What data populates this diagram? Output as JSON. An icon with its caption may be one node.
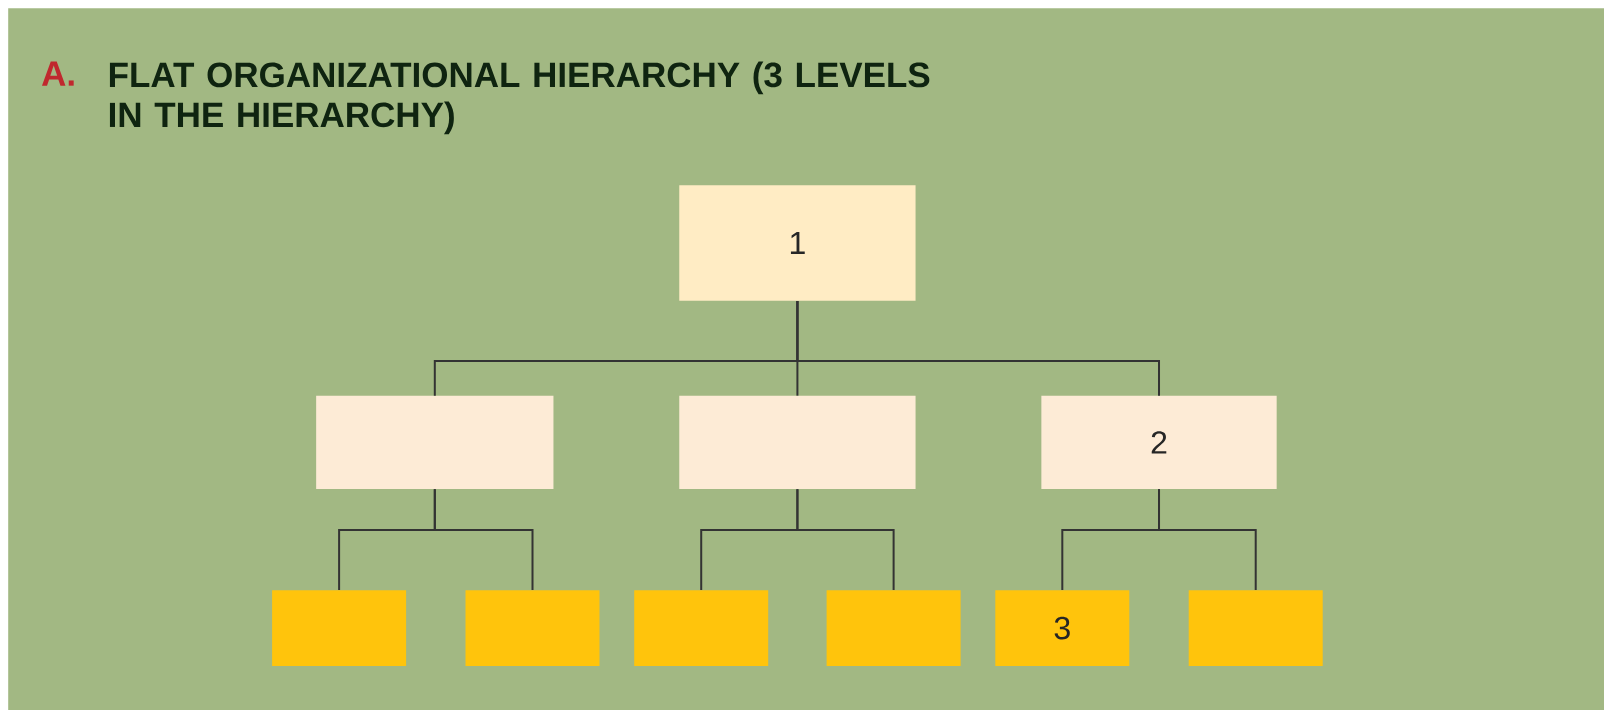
{
  "diagram": {
    "title": "FLAT ORGANIZATIONAL HIERARCHY (3 LEVELS IN THE HIERARCHY)",
    "nodes": [
      {
        "text": [
          "1"
        ]
      },
      {
        "text": [],
        "shape": "box"
      },
      {
        "text": [],
        "shape": "box"
      },
      {
        "text": [
          "2"
        ]
      },
      {
        "text": [],
        "shape": "box"
      },
      {
        "text": [],
        "shape": "box"
      },
      {
        "text": [],
        "shape": "box"
      },
      {
        "text": [],
        "shape": "box"
      },
      {
        "text": [
          "3"
        ]
      },
      {
        "text": [],
        "shape": "box"
      }
    ],
    "edges": [
      {
        "from": 0,
        "to": 1,
        "arrow": "none"
      },
      {
        "from": 0,
        "to": 2,
        "arrow": "none"
      },
      {
        "from": 0,
        "to": 3,
        "arrow": "none"
      },
      {
        "from": 1,
        "to": 4,
        "arrow": "none"
      },
      {
        "from": 1,
        "to": 5,
        "arrow": "none"
      },
      {
        "from": 2,
        "to": 6,
        "arrow": "none"
      },
      {
        "from": 2,
        "to": 7,
        "arrow": "none"
      },
      {
        "from": 3,
        "to": 8,
        "arrow": "none"
      },
      {
        "from": 3,
        "to": 9,
        "arrow": "none"
      }
    ],
    "labels": [
      "A."
    ]
  }
}
